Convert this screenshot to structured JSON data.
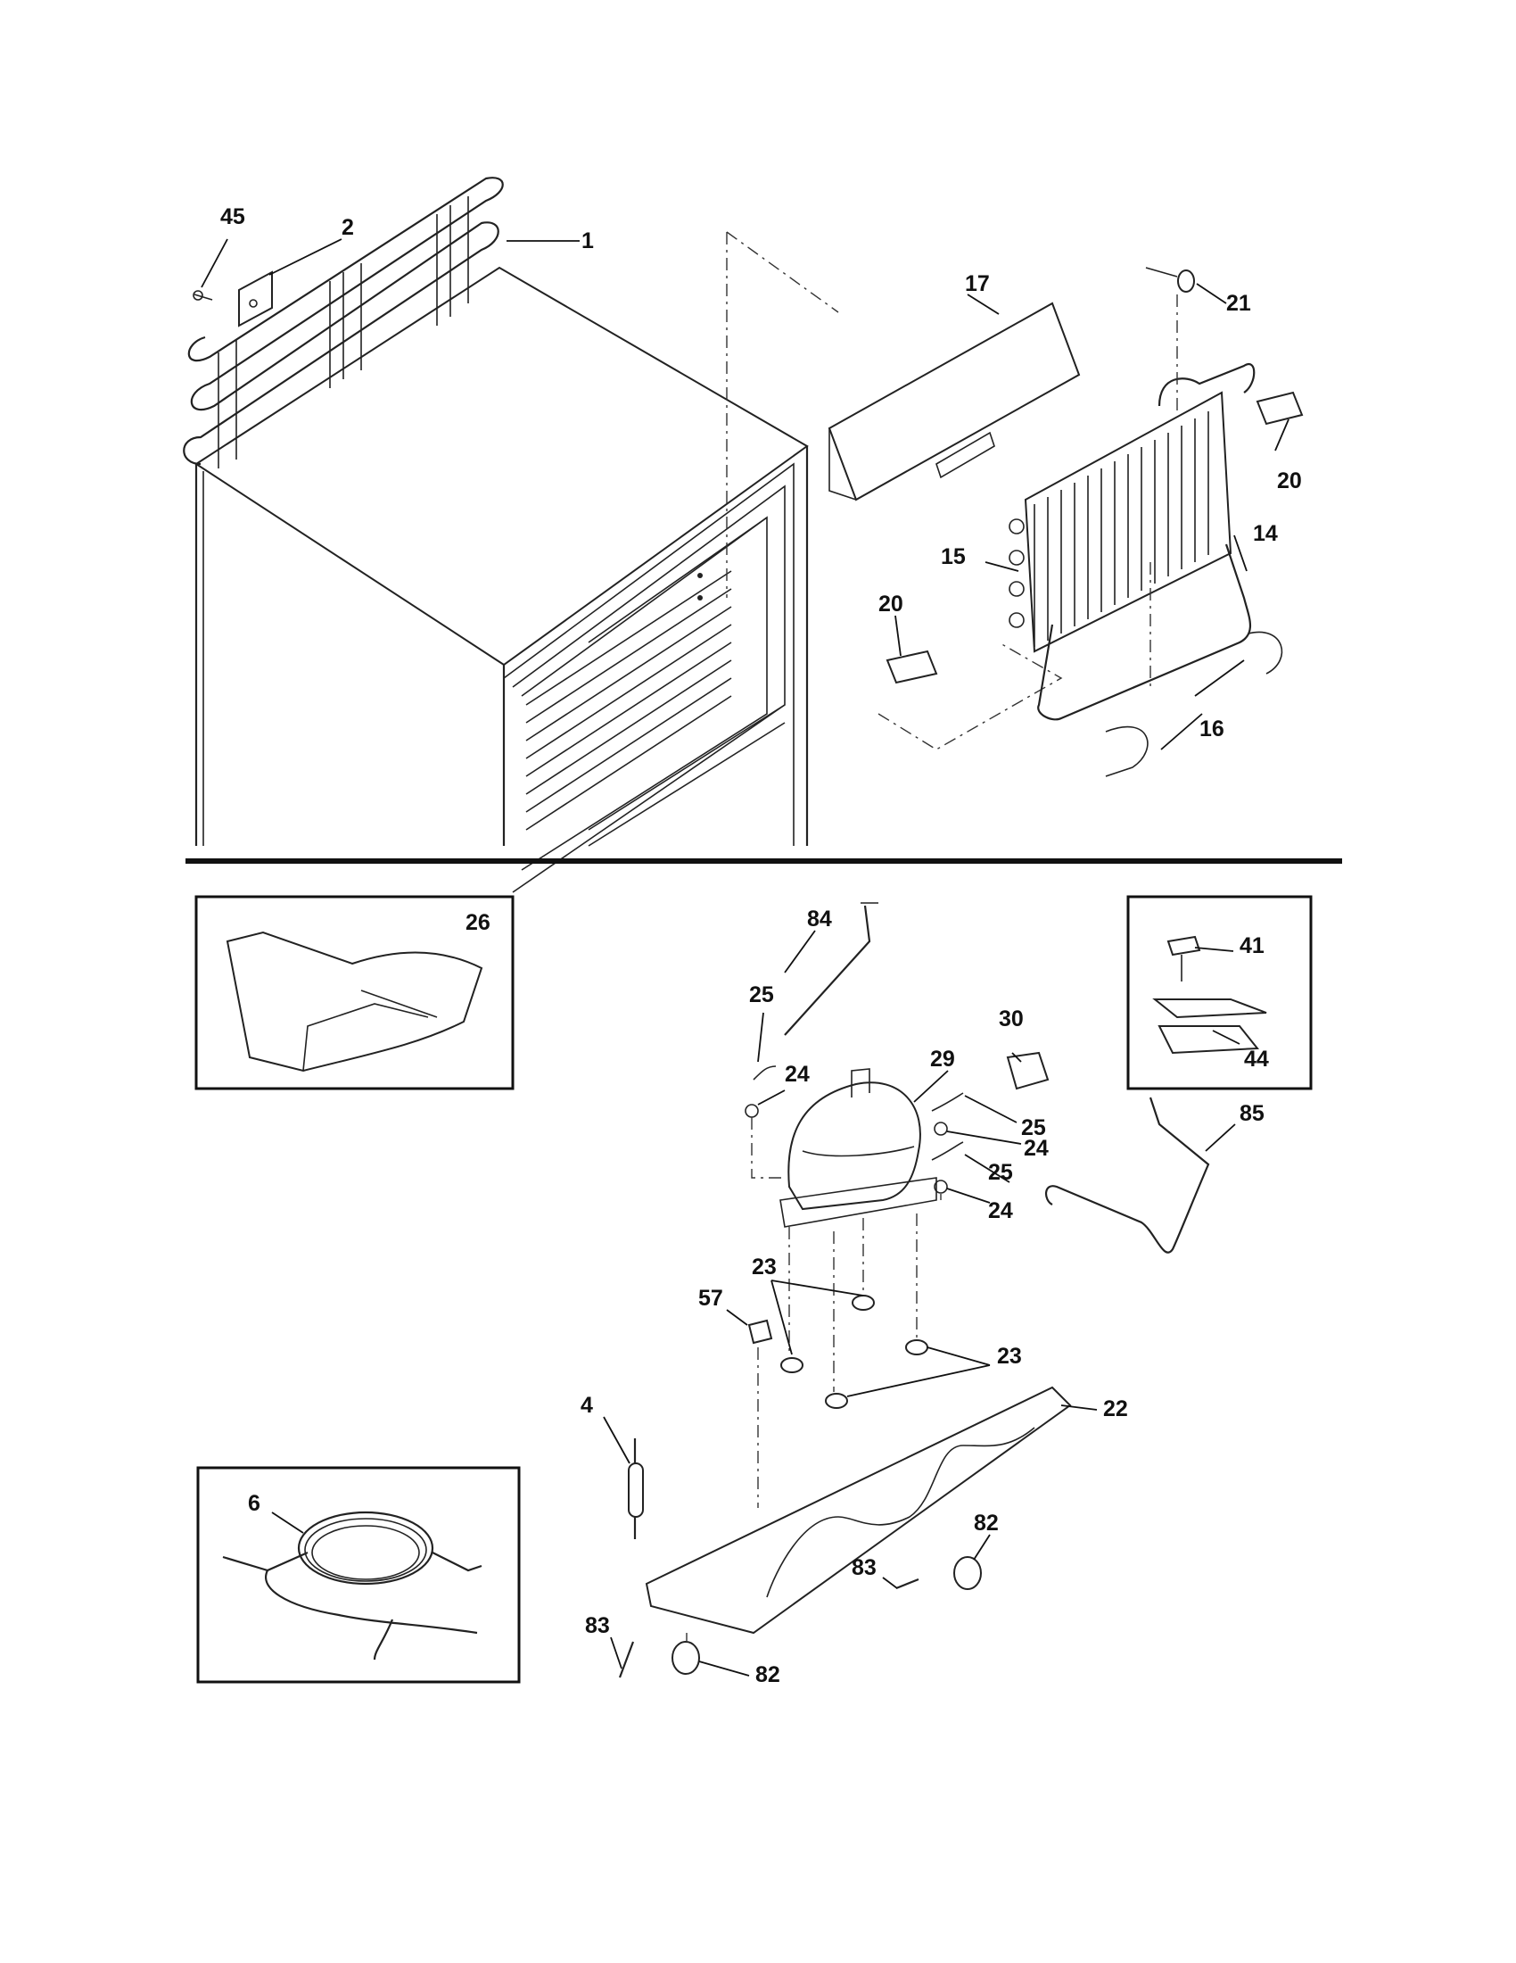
{
  "labels": [
    {
      "id": "45",
      "text": "45"
    },
    {
      "id": "2",
      "text": "2"
    },
    {
      "id": "1",
      "text": "1"
    },
    {
      "id": "17",
      "text": "17"
    },
    {
      "id": "21",
      "text": "21"
    },
    {
      "id": "20a",
      "text": "20"
    },
    {
      "id": "15",
      "text": "15"
    },
    {
      "id": "14",
      "text": "14"
    },
    {
      "id": "20b",
      "text": "20"
    },
    {
      "id": "16",
      "text": "16"
    },
    {
      "id": "26",
      "text": "26"
    },
    {
      "id": "84",
      "text": "84"
    },
    {
      "id": "25a",
      "text": "25"
    },
    {
      "id": "30",
      "text": "30"
    },
    {
      "id": "41",
      "text": "41"
    },
    {
      "id": "24a",
      "text": "24"
    },
    {
      "id": "29",
      "text": "29"
    },
    {
      "id": "44",
      "text": "44"
    },
    {
      "id": "25b",
      "text": "25"
    },
    {
      "id": "85",
      "text": "85"
    },
    {
      "id": "24b",
      "text": "24"
    },
    {
      "id": "25c",
      "text": "25"
    },
    {
      "id": "24c",
      "text": "24"
    },
    {
      "id": "23a",
      "text": "23"
    },
    {
      "id": "57",
      "text": "57"
    },
    {
      "id": "23b",
      "text": "23"
    },
    {
      "id": "4",
      "text": "4"
    },
    {
      "id": "22",
      "text": "22"
    },
    {
      "id": "6",
      "text": "6"
    },
    {
      "id": "82a",
      "text": "82"
    },
    {
      "id": "83a",
      "text": "83"
    },
    {
      "id": "83b",
      "text": "83"
    },
    {
      "id": "82b",
      "text": "82"
    }
  ]
}
